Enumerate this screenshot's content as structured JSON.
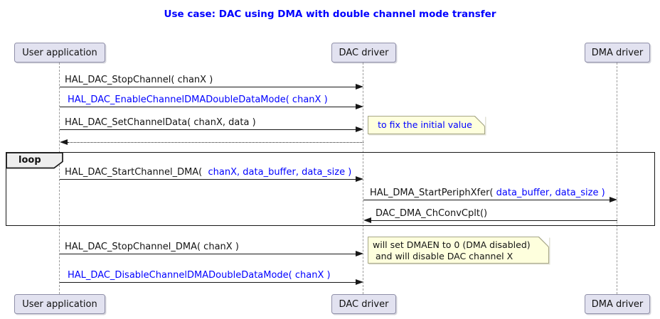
{
  "title": "Use case: DAC using DMA with double channel mode transfer",
  "participants": {
    "user": "User application",
    "dac": "DAC driver",
    "dma": "DMA driver"
  },
  "frame": {
    "label": "loop"
  },
  "messages": {
    "stop_channel": {
      "black": "HAL_DAC_StopChannel( chanX )",
      "blue": ""
    },
    "enable_ddm": {
      "black": "",
      "blue": "HAL_DAC_EnableChannelDMADoubleDataMode( chanX )"
    },
    "set_channel_data": {
      "black": "HAL_DAC_SetChannelData( chanX, data )",
      "blue": ""
    },
    "start_channel_dma": {
      "black": "HAL_DAC_StartChannel_DMA( ",
      "blue": " chanX, data_buffer, data_size )"
    },
    "start_periph_xfer": {
      "black": "HAL_DMA_StartPeriphXfer( ",
      "blue": "data_buffer, data_size )"
    },
    "ch_conv_cplt": {
      "black": "DAC_DMA_ChConvCplt()",
      "blue": ""
    },
    "stop_channel_dma": {
      "black": "HAL_DAC_StopChannel_DMA( chanX )",
      "blue": ""
    },
    "disable_ddm": {
      "black": "",
      "blue": "HAL_DAC_DisableChannelDMADoubleDataMode( chanX )"
    }
  },
  "notes": {
    "initial_value": {
      "text": "to fix the initial value"
    },
    "stop_effect": {
      "line1": "will set DMAEN to 0 (DMA disabled)",
      "line2": " and will disable DAC channel X"
    }
  },
  "colors": {
    "title_blue": "#0000FF",
    "message_blue": "#0101FF",
    "message_black": "#141414",
    "participant_fill": "#E2E2F0",
    "participant_border": "#8F8FA8",
    "note_fill": "#FEFFDD",
    "note_border": "#A6A687",
    "frame_border": "#181818",
    "loop_tab_fill": "#EEEEEE",
    "lifeline_gray": "#9A9A9A"
  }
}
